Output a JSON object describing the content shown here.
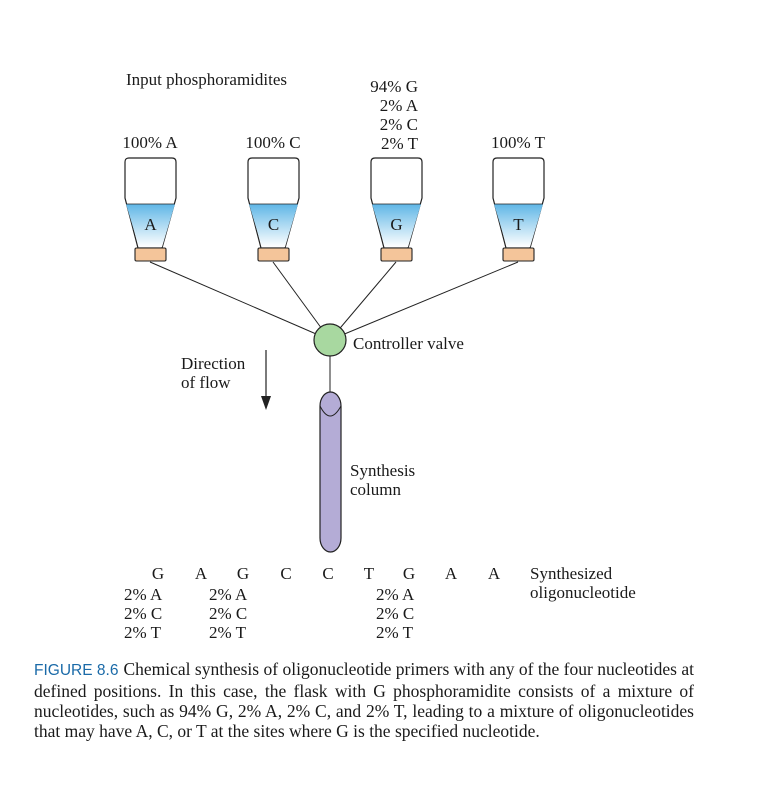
{
  "header": {
    "title": "Input phosphoramidites"
  },
  "mix_label": [
    "94% G",
    "2% A",
    "2% C",
    "2% T"
  ],
  "flasks": [
    {
      "percent": "100% A",
      "letter": "A"
    },
    {
      "percent": "100% C",
      "letter": "C"
    },
    {
      "percent": "",
      "letter": "G"
    },
    {
      "percent": "100% T",
      "letter": "T"
    }
  ],
  "valve_label": "Controller valve",
  "flow_label": [
    "Direction",
    "of flow"
  ],
  "column_label": [
    "Synthesis",
    "column"
  ],
  "sequence": [
    "G",
    "A",
    "G",
    "C",
    "C",
    "T",
    "G",
    "A",
    "A"
  ],
  "mix_groups": [
    [
      "2% A",
      "2% C",
      "2% T"
    ],
    [
      "2% A",
      "2% C",
      "2% T"
    ],
    [
      "2% A",
      "2% C",
      "2% T"
    ]
  ],
  "product_label": [
    "Synthesized",
    "oligonucleotide"
  ],
  "caption": {
    "label": "FIGURE 8.6",
    "text": "Chemical synthesis of oligonucleotide primers with any of the four nucleotides at defined positions. In this case, the flask with G phosphoramidite consists of a mixture of nucleotides, such as 94% G, 2% A, 2% C, and 2% T, leading to a mixture of oligonucleotides that may have A, C, or T at the sites where G is the specified nucleotide."
  },
  "colors": {
    "liquid_top": "#5fb6e6",
    "liquid_bottom": "#ffffff",
    "cap": "#f4c59a",
    "valve": "#a8d8a0",
    "column": "#b4acd6",
    "caption_label": "#1a6aa8"
  }
}
